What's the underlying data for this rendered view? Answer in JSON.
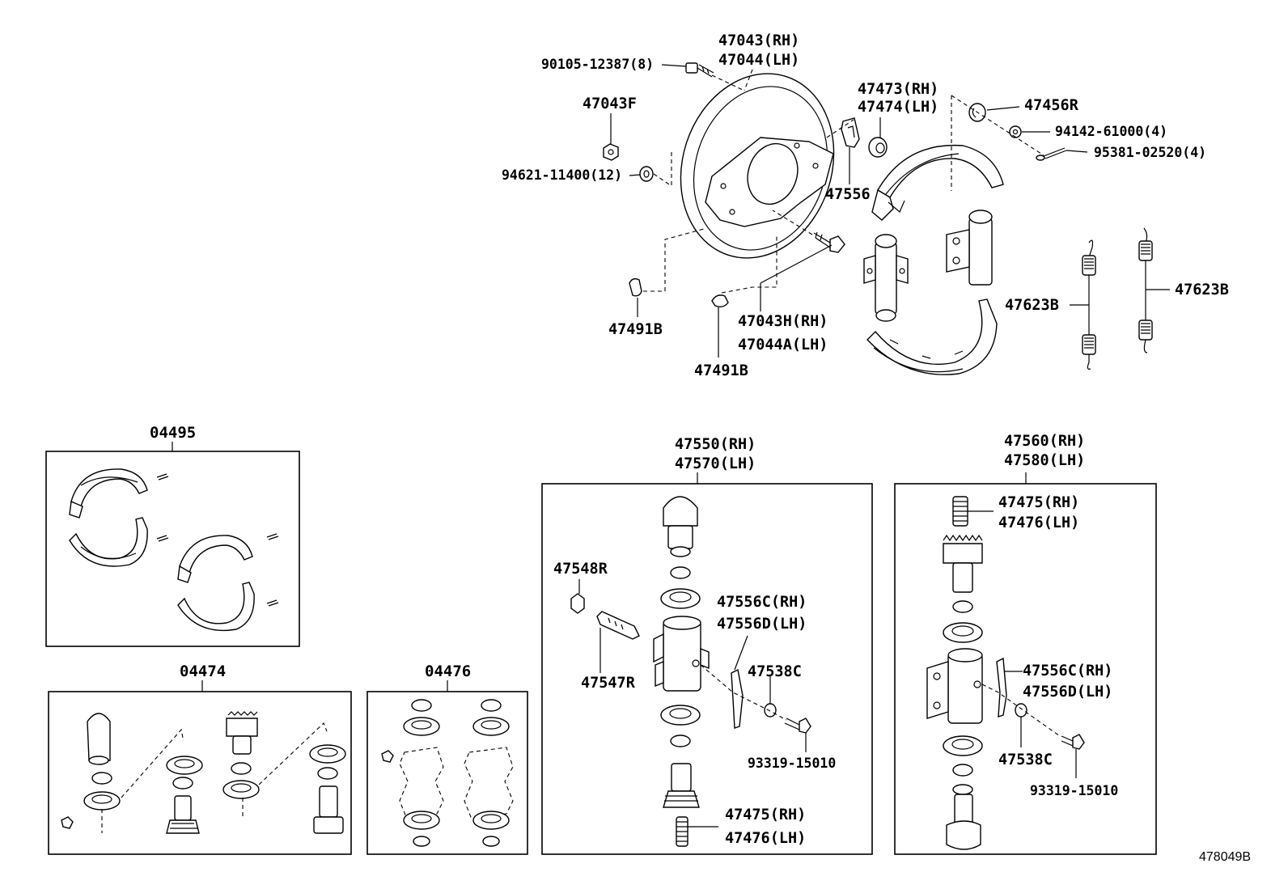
{
  "diagram_id": "478049B",
  "top": {
    "bolt_90105": "90105-12387(8)",
    "backing_plate_rh": "47043(RH)",
    "backing_plate_lh": "47044(LH)",
    "plug_47043F": "47043F",
    "nut_94621": "94621-11400(12)",
    "plug_47491B_a": "47491B",
    "plug_47491B_b": "47491B",
    "bolt_47043H_rh": "47043H(RH)",
    "bolt_47044A_lh": "47044A(LH)",
    "plate_47473_rh": "47473(RH)",
    "plate_47474_lh": "47474(LH)",
    "clip_47556": "47556",
    "washer_47456R": "47456R",
    "nut_94142": "94142-61000(4)",
    "pin_95381": "95381-02520(4)",
    "spring_47623B_a": "47623B",
    "spring_47623B_b": "47623B"
  },
  "kits": {
    "shoe_kit": "04495",
    "cup_kit_1": "04474",
    "cup_kit_2": "04476"
  },
  "cyl_front": {
    "title_rh": "47550(RH)",
    "title_lh": "47570(LH)",
    "cap_47548R": "47548R",
    "screw_47547R": "47547R",
    "plate_rh": "47556C(RH)",
    "plate_lh": "47556D(LH)",
    "clip_47538C": "47538C",
    "bolt_93319": "93319-15010",
    "adjuster_rh": "47475(RH)",
    "adjuster_lh": "47476(LH)"
  },
  "cyl_rear": {
    "title_rh": "47560(RH)",
    "title_lh": "47580(LH)",
    "adjuster_rh": "47475(RH)",
    "adjuster_lh": "47476(LH)",
    "plate_rh": "47556C(RH)",
    "plate_lh": "47556D(LH)",
    "clip_47538C": "47538C",
    "bolt_93319": "93319-15010"
  }
}
